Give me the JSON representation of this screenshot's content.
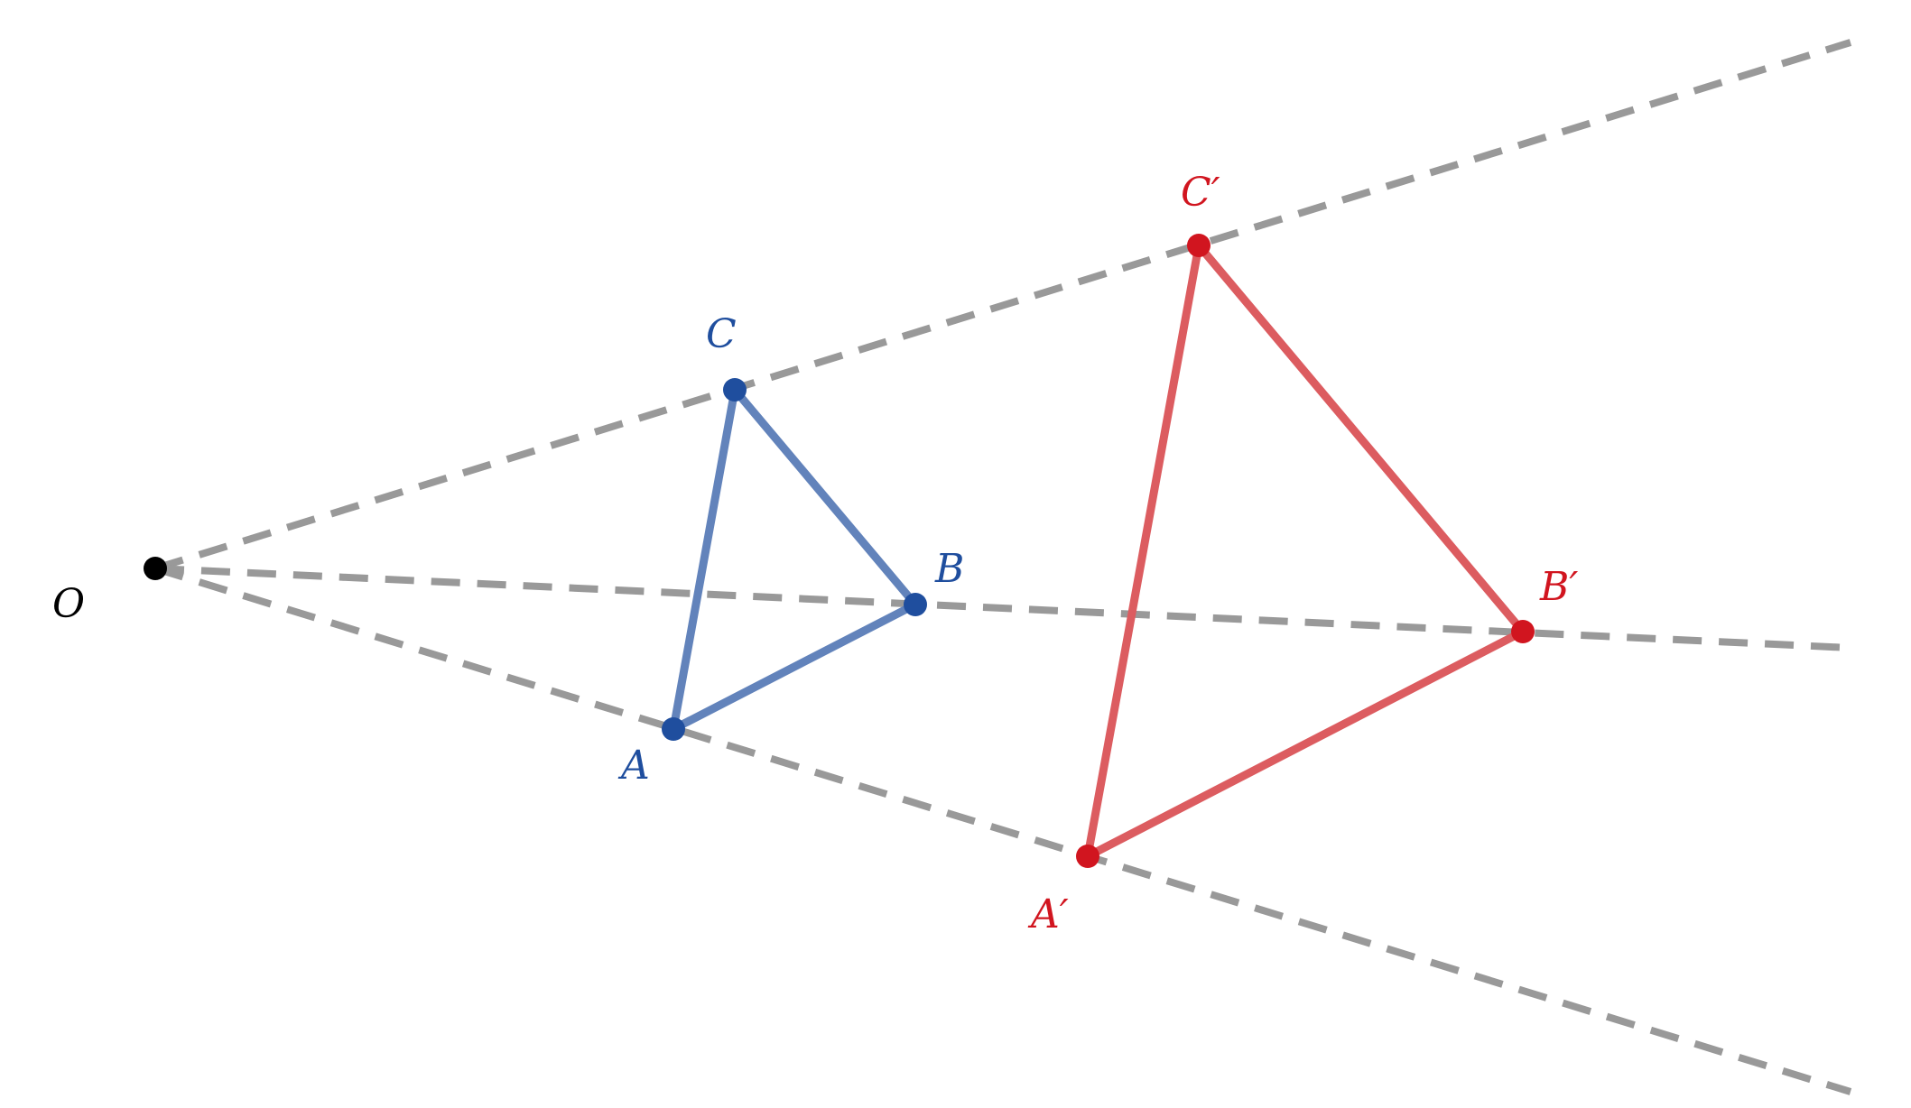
{
  "colors": {
    "center": "#000000",
    "ray": "#999999",
    "original": "#1f4e9e",
    "original_edge": "#6283bb",
    "image": "#d1151f",
    "image_edge": "#dc5c60"
  },
  "labels": {
    "center": "O",
    "original": {
      "A": "A",
      "B": "B",
      "C": "C"
    },
    "image": {
      "A": "A′",
      "B": "B′",
      "C": "C′"
    }
  }
}
